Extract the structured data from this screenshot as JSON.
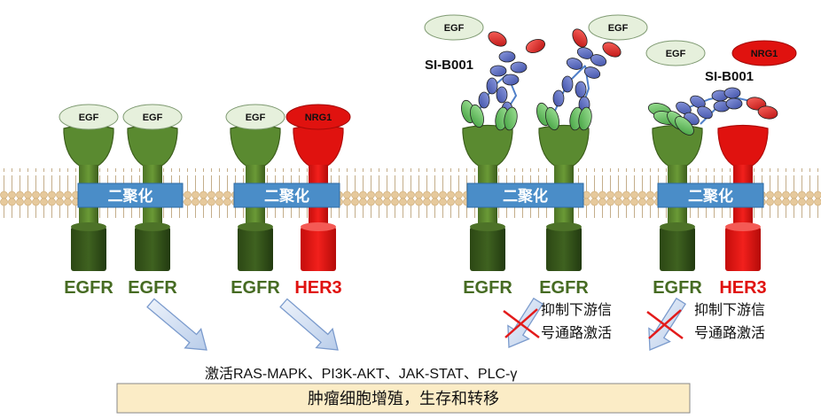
{
  "ligands": {
    "egf": "EGF",
    "nrg1": "NRG1"
  },
  "dimer_label": "二聚化",
  "drug_name": "SI-B001",
  "receptors": {
    "egfr": "EGFR",
    "her3": "HER3"
  },
  "panels": [
    {
      "left_receptor": "EGFR",
      "right_receptor": "EGFR",
      "ligands": [
        "EGF",
        "EGF"
      ]
    },
    {
      "left_receptor": "EGFR",
      "right_receptor": "HER3",
      "ligands": [
        "EGF",
        "NRG1"
      ]
    },
    {
      "left_receptor": "EGFR",
      "right_receptor": "EGFR",
      "ligands": [
        "EGF",
        "EGF"
      ],
      "drug": "SI-B001"
    },
    {
      "left_receptor": "EGFR",
      "right_receptor": "HER3",
      "ligands": [
        "EGF",
        "NRG1"
      ],
      "drug": "SI-B001"
    }
  ],
  "inhibition": {
    "line1": "抑制下游信",
    "line2": "号通路激活"
  },
  "pathways": "激活RAS-MAPK、PI3K-AKT、JAK-STAT、PLC-γ",
  "outcome": "肿瘤细胞增殖，生存和转移",
  "colors": {
    "egfr_dark": "#3b5a1e",
    "egfr_mid": "#5f8a32",
    "her3": "#e0120f",
    "her3_dark": "#b00c0a",
    "dimer_box": "#4a8dc8",
    "membrane_head": "#e5c79c",
    "ligand_fill": "#e6f0dc",
    "antibody_blue": "#5c6fc0",
    "antibody_green": "#6cc46a",
    "antibody_red": "#e0282a",
    "outcome_fill": "#fbecc6",
    "arrow_fill": "#d6e3f5",
    "arrow_stroke": "#7b9bcd",
    "inhibit_x": "#e31b1b"
  }
}
